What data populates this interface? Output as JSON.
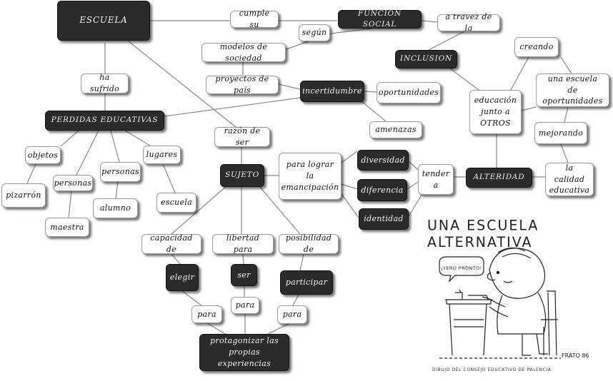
{
  "nodes": {
    "escuela": "ESCUELA",
    "cumple_su": "cumple su",
    "funcion_social": "FUNCION SOCIAL",
    "a_traves_de_la": "a travez de la",
    "segun": "según",
    "modelos_de_sociedad": "modelos de sociedad",
    "inclusion": "INCLUSION",
    "creando": "creando",
    "proyectos_de_pais": "proyectos de país",
    "incertidumbre": "incertidumbre",
    "oportunidades": "oportunidades",
    "educacion_junto_a_otros": "educación junto a OTROS",
    "una_escuela_de_oportunidades": "una escuela de oportunidades",
    "ha_sufrido": "ha sufrido",
    "perdidas_educativas": "PERDIDAS EDUCATIVAS",
    "amenazas": "amenazas",
    "mejorando": "mejorando",
    "razon_de_ser": "razón de ser",
    "objetos": "objetos",
    "lugares": "lugares",
    "para_lograr_la_emancipacion": "para lograr la emancipación",
    "diversidad": "diversidad",
    "personas_1": "personas",
    "personas_2": "personas",
    "sujeto": "SUJETO",
    "tender_a": "tender a",
    "alteridad": "ALTERIDAD",
    "la_calidad_educativa": "la calidad educativa",
    "pizarron": "pizarrón",
    "diferencia": "diferencia",
    "escuela_lugar": "escuela",
    "alumno": "alumno",
    "identidad": "identidad",
    "maestra": "maestra",
    "capacidad_de": "capacidad de",
    "libertad_para": "libertad para",
    "posibilidad_de": "posibilidad de",
    "elegir": "elegir",
    "ser": "ser",
    "participar": "participar",
    "para_1": "para",
    "para_2": "para",
    "para_3": "para",
    "protagonizar": "protagonizar las propias experiencias"
  },
  "cartoon": {
    "title": "UNA ESCUELA ALTERNATIVA",
    "speech": "¡YERO PRONTO!",
    "artist": "FRATO 86",
    "credit": "DIBUJO DEL CONSEJO EDUCATIVO DE PALENCIA"
  },
  "colors": {
    "dark_node": "#2b2b2b",
    "light_node": "#ffffff",
    "edge": "#8a8a8a"
  }
}
